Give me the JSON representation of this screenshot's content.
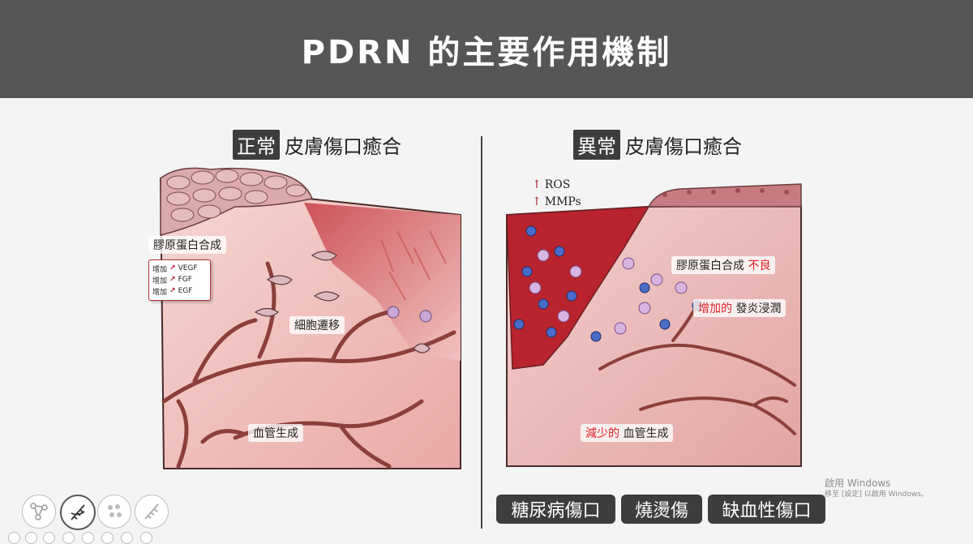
{
  "header": {
    "title": "PDRN 的主要作用機制"
  },
  "left": {
    "tag": "正常",
    "title": "皮膚傷口癒合",
    "collagen": "膠原蛋白合成",
    "factors": [
      {
        "prefix": "增加",
        "name": "VEGF"
      },
      {
        "prefix": "增加",
        "name": "FGF"
      },
      {
        "prefix": "增加",
        "name": "EGF"
      }
    ],
    "migration": "細胞遷移",
    "angio": "血管生成"
  },
  "right": {
    "tag": "異常",
    "title": "皮膚傷口癒合",
    "ros": "ROS",
    "mmps": "MMPs",
    "collagen": "膠原蛋白合成",
    "collagen_flag": "不良",
    "inflam_flag": "增加的",
    "inflam": "發炎浸潤",
    "angio_flag": "減少的",
    "angio": "血管生成"
  },
  "wound_types": [
    "糖尿病傷口",
    "燒燙傷",
    "缺血性傷口"
  ],
  "watermark": {
    "line1": "啟用 Windows",
    "line2": "移至 [設定] 以啟用 Windows。"
  },
  "colors": {
    "header": "#565656",
    "tag": "#3d3d3d",
    "accent": "#e31e24",
    "tissue": "#c0404a"
  }
}
